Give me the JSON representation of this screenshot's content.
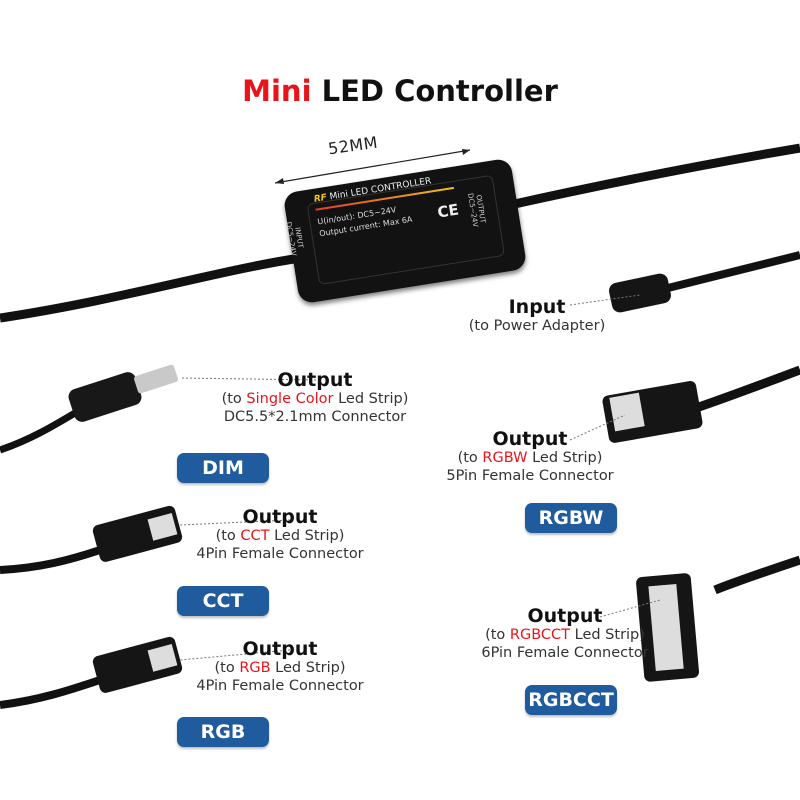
{
  "title": {
    "highlight": "Mini",
    "rest": "LED Controller"
  },
  "dimension": "52MM",
  "controller": {
    "brand": "RF",
    "name": "Mini LED CONTROLLER",
    "voltage_line": "U(in/out): DC5~24V",
    "current_line": "Output current: Max 6A",
    "cert": "CE",
    "input_side": "INPUT",
    "input_side_sub": "DC5~24V",
    "output_side": "OUTPUT",
    "output_side_sub": "DC5~24V"
  },
  "input": {
    "heading": "Input",
    "sub": "(to Power Adapter)"
  },
  "outputs": [
    {
      "heading": "Output",
      "pre": "(to ",
      "type": "Single Color",
      "post": " Led Strip)",
      "connector": "DC5.5*2.1mm Connector",
      "badge": "DIM"
    },
    {
      "heading": "Output",
      "pre": "(to ",
      "type": "CCT",
      "post": " Led Strip)",
      "connector": "4Pin Female Connector",
      "badge": "CCT"
    },
    {
      "heading": "Output",
      "pre": "(to ",
      "type": "RGB",
      "post": " Led Strip)",
      "connector": "4Pin Female Connector",
      "badge": "RGB"
    },
    {
      "heading": "Output",
      "pre": "(to ",
      "type": "RGBW",
      "post": " Led Strip)",
      "connector": "5Pin Female Connector",
      "badge": "RGBW"
    },
    {
      "heading": "Output",
      "pre": "(to ",
      "type": "RGBCCT",
      "post": " Led Strip)",
      "connector": "6Pin Female Connector",
      "badge": "RGBCCT"
    }
  ],
  "colors": {
    "accent_red": "#e8141a",
    "badge_blue": "#1f5b9d"
  }
}
